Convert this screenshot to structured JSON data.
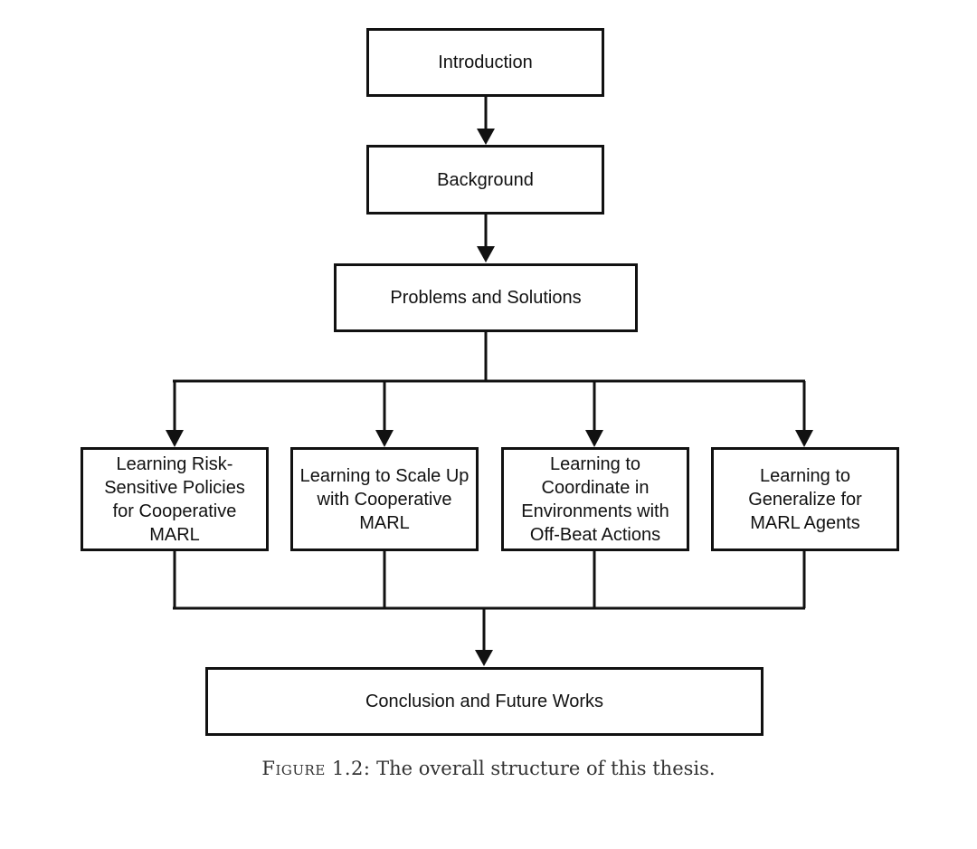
{
  "nodes": {
    "introduction": "Introduction",
    "background": "Background",
    "problems": "Problems and Solutions",
    "risk": "Learning Risk-Sensitive Policies for Cooperative MARL",
    "scale": "Learning to Scale Up with Cooperative MARL",
    "coordinate": "Learning to Coordinate in Environments with Off-Beat Actions",
    "generalize": "Learning to Generalize for MARL Agents",
    "conclusion": "Conclusion and Future Works"
  },
  "caption": {
    "label": "Figure 1.2:",
    "text": "The overall structure of this thesis."
  },
  "edges": [
    {
      "from": "introduction",
      "to": "background"
    },
    {
      "from": "background",
      "to": "problems"
    },
    {
      "from": "problems",
      "to": "risk"
    },
    {
      "from": "problems",
      "to": "scale"
    },
    {
      "from": "problems",
      "to": "coordinate"
    },
    {
      "from": "problems",
      "to": "generalize"
    },
    {
      "from": "risk",
      "to": "conclusion"
    },
    {
      "from": "scale",
      "to": "conclusion"
    },
    {
      "from": "coordinate",
      "to": "conclusion"
    },
    {
      "from": "generalize",
      "to": "conclusion"
    }
  ]
}
